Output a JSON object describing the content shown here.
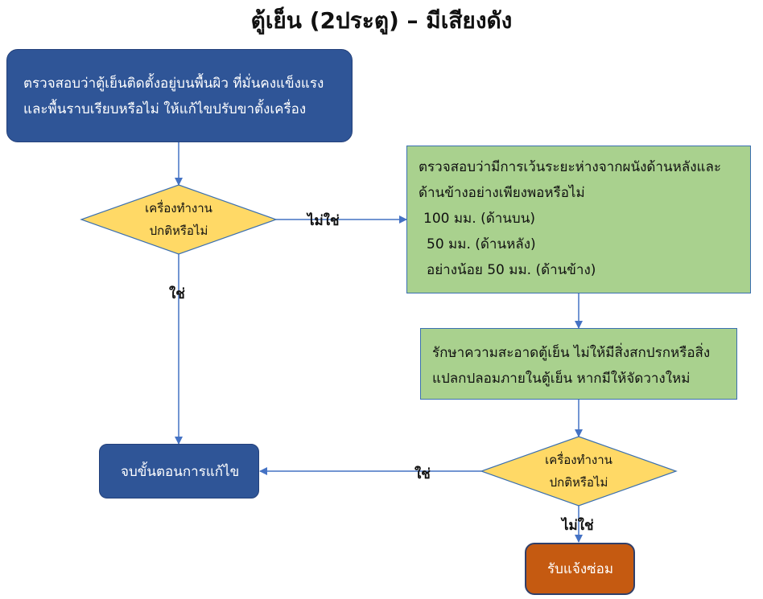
{
  "title": "ตู้เย็น (2ประตู) – มีเสียงดัง",
  "nodes": {
    "start": {
      "lines": [
        "ตรวจสอบว่าตู้เย็นติดตั้งอยู่บนพื้นผิว ที่มั่นคงแข็งแรง",
        "และพื้นราบเรียบหรือไม่  ให้แก้ไขปรับขาตั้งเครื่อง"
      ]
    },
    "decision1": {
      "lines": [
        "เครื่องทำงาน",
        "ปกติหรือไม่"
      ]
    },
    "check_spacing": {
      "lines": [
        "ตรวจสอบว่ามีการเว้นระยะห่างจากผนังด้านหลังและ",
        "ด้านข้างอย่างเพียงพอหรือไม่",
        "100 มม. (ด้านบน)",
        "50 มม. (ด้านหลัง)",
        "อย่างน้อย 50 มม. (ด้านข้าง)"
      ]
    },
    "clean": {
      "lines": [
        "รักษาความสะอาดตู้เย็น ไม่ให้มีสิ่งสกปรกหรือสิ่ง",
        "แปลกปลอมภายในตู้เย็น หากมีให้จัดวางใหม่"
      ]
    },
    "decision2": {
      "lines": [
        "เครื่องทำงาน",
        "ปกติหรือไม่"
      ]
    },
    "end": {
      "label": "จบขั้นตอนการแก้ไข"
    },
    "service": {
      "label": "รับแจ้งซ่อม"
    }
  },
  "edge_labels": {
    "d1_no": "ไม่ใช่",
    "d1_yes": "ใช่",
    "d2_yes": "ใช่",
    "d2_no": "ไม่ใช่"
  },
  "colors": {
    "blue_box": "#2f5597",
    "green_box": "#a9d18e",
    "decision": "#ffd966",
    "orange_box": "#c55a11",
    "arrow": "#4472c4"
  }
}
